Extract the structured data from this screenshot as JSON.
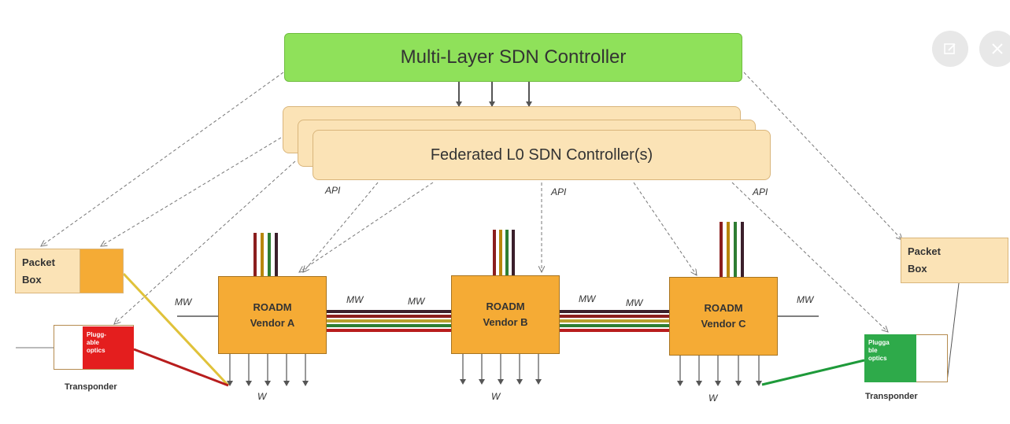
{
  "multi_layer_controller": {
    "label": "Multi-Layer SDN Controller"
  },
  "federated_controller": {
    "label": "Federated L0 SDN Controller(s)"
  },
  "roadms": [
    {
      "line1": "ROADM",
      "line2": "Vendor A"
    },
    {
      "line1": "ROADM",
      "line2": "Vendor B"
    },
    {
      "line1": "ROADM",
      "line2": "Vendor C"
    }
  ],
  "packet_boxes": [
    {
      "line1": "Packet",
      "line2": "Box"
    },
    {
      "line1": "Packet",
      "line2": "Box"
    }
  ],
  "pluggables": [
    {
      "line1": "Plugg-",
      "line2": "able",
      "line3": "optics"
    },
    {
      "line1": "Plugga",
      "line2": "ble",
      "line3": "optics"
    }
  ],
  "transponder_labels": [
    "Transponder",
    "Transponder"
  ],
  "api_labels": [
    "API",
    "API",
    "API"
  ],
  "mw_labels": [
    "MW",
    "MW",
    "MW",
    "MW",
    "MW",
    "MW"
  ],
  "w_labels": [
    "W",
    "W",
    "W"
  ],
  "icons": {
    "edit": "edit-icon",
    "close": "close-icon"
  },
  "colors": {
    "controller_green": "#8fe15a",
    "federated_beige": "#fbe3b6",
    "roadm_orange": "#f5ab35",
    "pluggable_red": "#e41e1e",
    "pluggable_green": "#2eaa4a",
    "yellow_link": "#e0c23a",
    "red_link": "#b81d1d",
    "green_link": "#1e9a3a"
  }
}
